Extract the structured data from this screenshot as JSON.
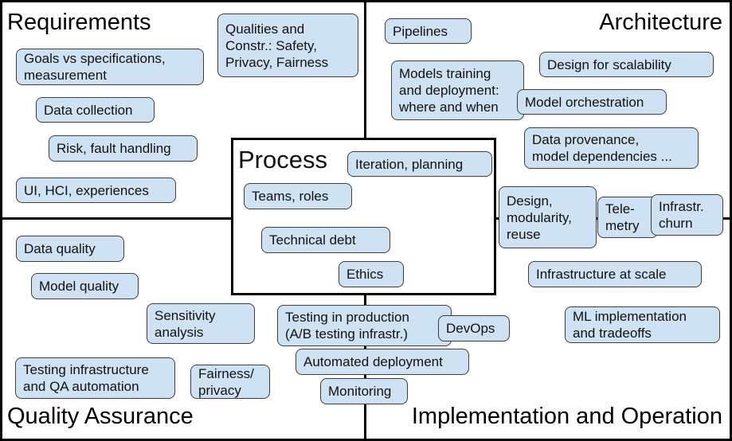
{
  "quadrants": {
    "requirements": "Requirements",
    "architecture": "Architecture",
    "quality_assurance": "Quality Assurance",
    "implementation": "Implementation and Operation"
  },
  "process": {
    "title": "Process",
    "items": {
      "iteration": "Iteration, planning",
      "teams": "Teams, roles",
      "debt": "Technical debt",
      "ethics": "Ethics"
    }
  },
  "requirements": {
    "qualities": "Qualities and\nConstr.: Safety,\nPrivacy, Fairness",
    "goals": "Goals vs specifications,\nmeasurement",
    "data_collection": "Data collection",
    "risk": "Risk, fault handling",
    "ui": "UI, HCI, experiences"
  },
  "architecture": {
    "pipelines": "Pipelines",
    "scalability": "Design for scalability",
    "training": "Models training\nand deployment:\nwhere and when",
    "orchestration": "Model orchestration",
    "provenance": "Data provenance,\nmodel dependencies ...",
    "modularity": "Design,\nmodularity,\nreuse",
    "telemetry": "Tele-\nmetry",
    "churn": "Infrastr.\nchurn"
  },
  "quality_assurance": {
    "data_quality": "Data quality",
    "model_quality": "Model quality",
    "sensitivity": "Sensitivity\nanalysis",
    "testing_infra": "Testing infrastructure\nand QA automation",
    "fairness": "Fairness/\nprivacy"
  },
  "implementation": {
    "infra_scale": "Infrastructure at scale",
    "ml_impl": "ML implementation\nand tradeoffs",
    "testing_prod": "Testing in production\n(A/B testing infrastr.)",
    "devops": "DevOps",
    "automated_deployment": "Automated deployment",
    "monitoring": "Monitoring"
  }
}
